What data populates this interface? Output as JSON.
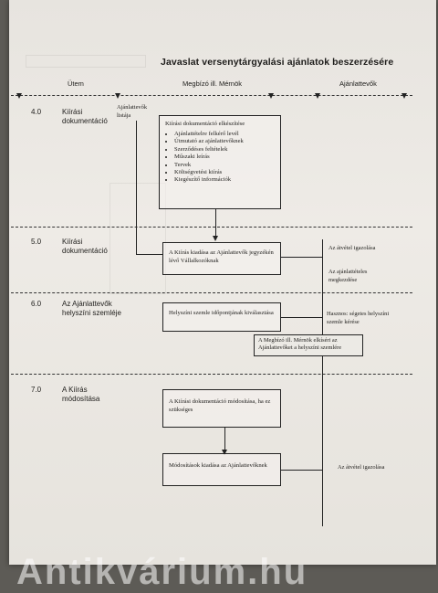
{
  "title": "Javaslat versenytárgyalási ajánlatok beszerzésére",
  "columns": {
    "left": "Ütem",
    "middle": "Megbízó ill. Mérnök",
    "right": "Ajánlattevők"
  },
  "steps": [
    {
      "number": "4.0",
      "label": "Kiírási dokumentáció",
      "bidder_list": "Ajánlattevők listája",
      "box_title": "Kiírási dokumentáció elkészítése",
      "box_items": [
        "Ajánlattételre felkérő levél",
        "Útmutató az ajánlattevőknek",
        "Szerződéses feltételek",
        "Műszaki leírás",
        "Tervek",
        "Költségvetési kiírás",
        "Kiegészítő információk"
      ]
    },
    {
      "number": "5.0",
      "label": "Kiírási dokumentáció",
      "box_text": "A Kiírás kiadása az Ajánlattevők jegyzékén lévő Vállalkozóknak",
      "right_top": "Az átvétel igazolása",
      "right_bottom": "Az ajánlattételes megkezdése"
    },
    {
      "number": "6.0",
      "label": "Az Ajánlattevők helyszíni szemléje",
      "box_text": "Helyszíni szemle időpontjának kiválasztása",
      "right_top": "Hasznos: ségetes helyszíni szemle kérése",
      "box2_text": "A Megbízó ill. Mérnök elkíséri az Ajánlattevőket a helyszíni szemlére"
    },
    {
      "number": "7.0",
      "label": "A Kiírás módosítása",
      "box_text": "A Kiírási dokumentáció módosítása, ha ez szükséges",
      "box2_text": "Módosítások kiadása az Ajánlattevőknek",
      "right_bottom": "Az átvétel igazolása"
    }
  ],
  "watermark": "Antikvárium.hu"
}
